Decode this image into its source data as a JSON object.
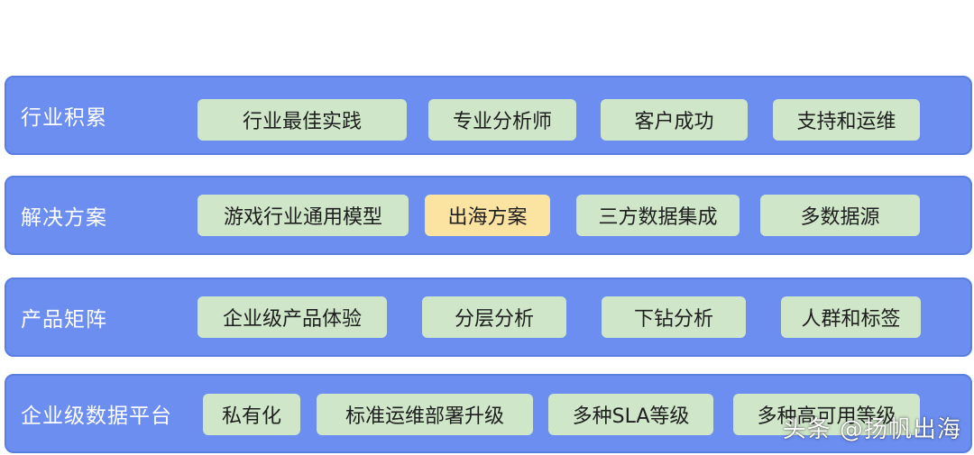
{
  "colors": {
    "band_background": "#6b8ef0",
    "chip_default": "#cfe6c8",
    "chip_highlight": "#fbe3a2"
  },
  "rows": [
    {
      "label": "行业积累",
      "chips": [
        {
          "text": "行业最佳实践"
        },
        {
          "text": "专业分析师"
        },
        {
          "text": "客户成功"
        },
        {
          "text": "支持和运维"
        }
      ]
    },
    {
      "label": "解决方案",
      "chips": [
        {
          "text": "游戏行业通用模型"
        },
        {
          "text": "出海方案",
          "highlight": true
        },
        {
          "text": "三方数据集成"
        },
        {
          "text": "多数据源"
        }
      ]
    },
    {
      "label": "产品矩阵",
      "chips": [
        {
          "text": "企业级产品体验"
        },
        {
          "text": "分层分析"
        },
        {
          "text": "下钻分析"
        },
        {
          "text": "人群和标签"
        }
      ]
    },
    {
      "label": "企业级数据平台",
      "chips": [
        {
          "text": "私有化"
        },
        {
          "text": "标准运维部署升级"
        },
        {
          "text": "多种SLA等级"
        },
        {
          "text": "多种高可用等级"
        }
      ]
    }
  ],
  "watermark": "头条 @扬帆出海"
}
